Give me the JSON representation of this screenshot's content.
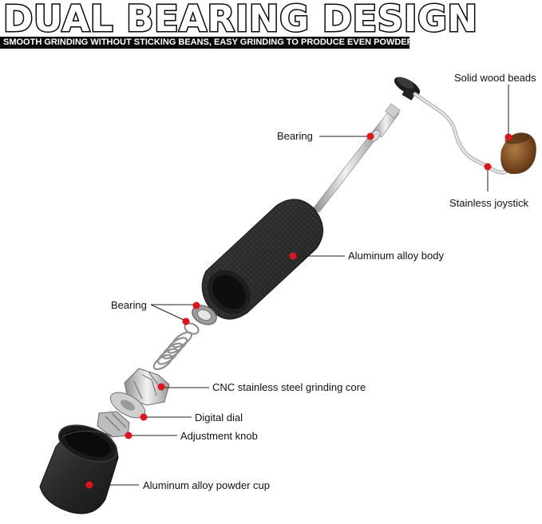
{
  "header": {
    "title": "DUAL BEARING DESIGN",
    "subtitle": "SMOOTH GRINDING WITHOUT STICKING BEANS, EASY GRINDING TO PRODUCE EVEN POWDER"
  },
  "labels": {
    "solid_wood_beads": "Solid wood beads",
    "bearing_top": "Bearing",
    "stainless_joystick": "Stainless joystick",
    "aluminum_body": "Aluminum alloy body",
    "bearing_lower": "Bearing",
    "grinding_core": "CNC stainless steel grinding core",
    "digital_dial": "Digital dial",
    "adjustment_knob": "Adjustment knob",
    "powder_cup": "Aluminum alloy powder cup"
  },
  "colors": {
    "marker": "#e0141b",
    "leader": "#222222",
    "body_dark": "#2b2b2b",
    "wood": "#8a5a2b",
    "steel": "#c9c9c9"
  }
}
